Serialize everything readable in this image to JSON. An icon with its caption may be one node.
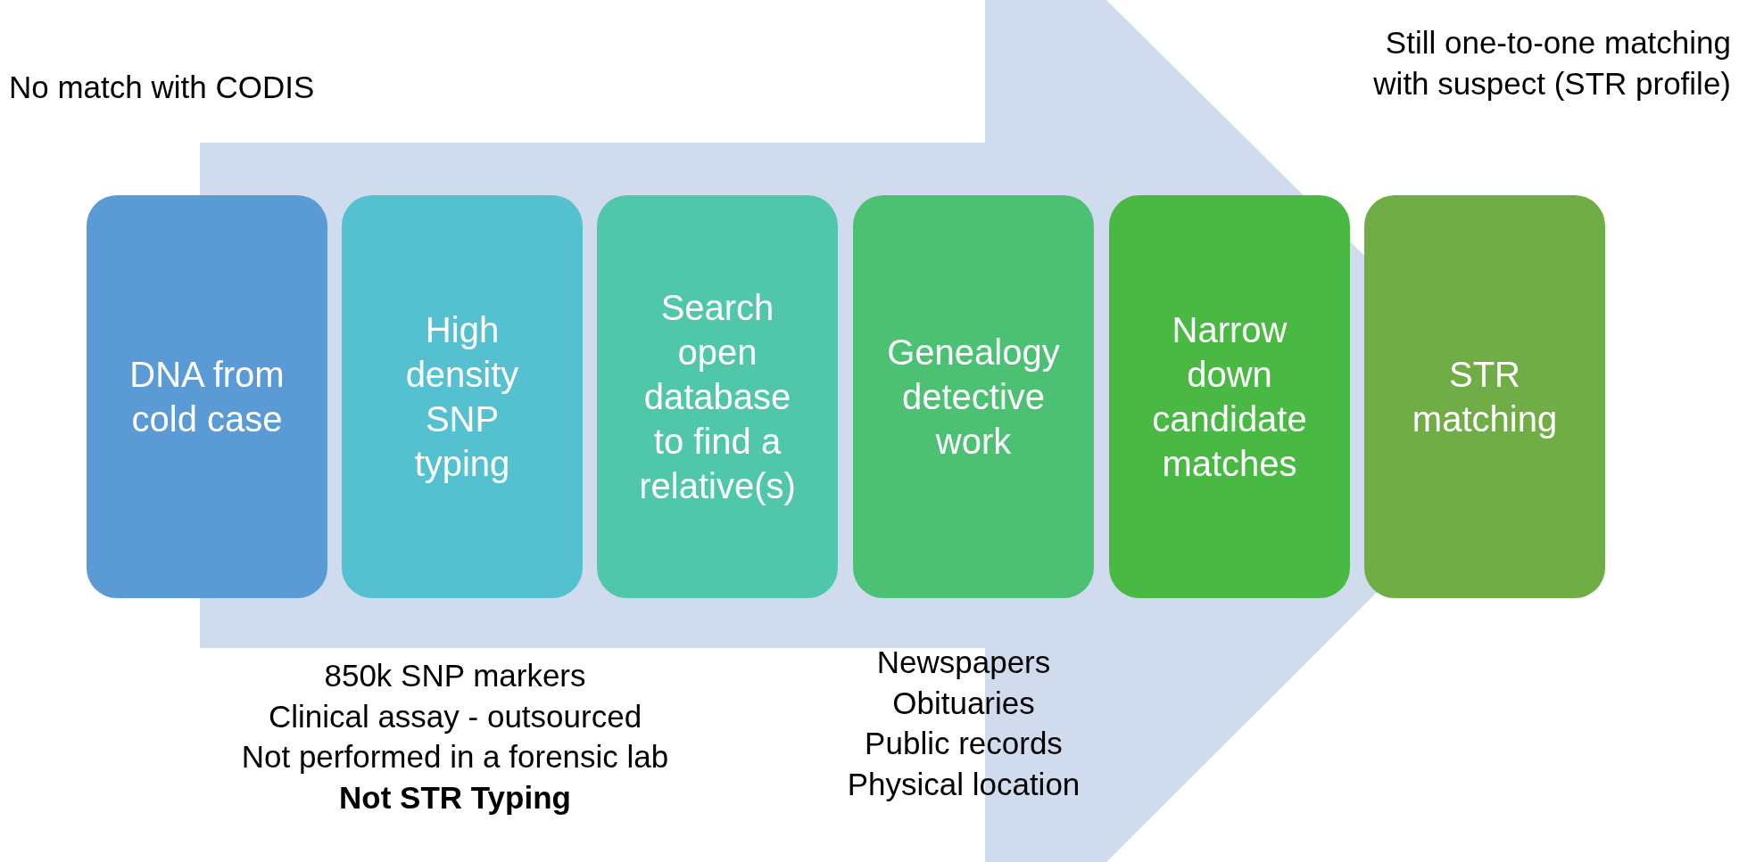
{
  "diagram": {
    "nodes": [
      {
        "text": [
          "DNA from cold case"
        ],
        "beside": [
          "No match with CODIS"
        ]
      },
      {
        "text": [
          "High density SNP typing"
        ],
        "beside": [
          "850k SNP markers",
          "Clinical assay - outsourced",
          "Not performed in a forensic lab",
          "Not STR Typing"
        ]
      },
      {
        "text": [
          "Search open database to find a relative(s)"
        ]
      },
      {
        "text": [
          "Genealogy detective work"
        ],
        "beside": [
          "Newspapers",
          "Obituaries",
          "Public records",
          "Physical location"
        ]
      },
      {
        "text": [
          "Narrow down candidate matches"
        ]
      },
      {
        "text": [
          "STR matching"
        ],
        "beside": [
          "Still one-to-one matching with suspect (STR profile)"
        ]
      }
    ],
    "edges": [
      {
        "from": 0,
        "to": 5,
        "arrow": "to"
      }
    ]
  }
}
